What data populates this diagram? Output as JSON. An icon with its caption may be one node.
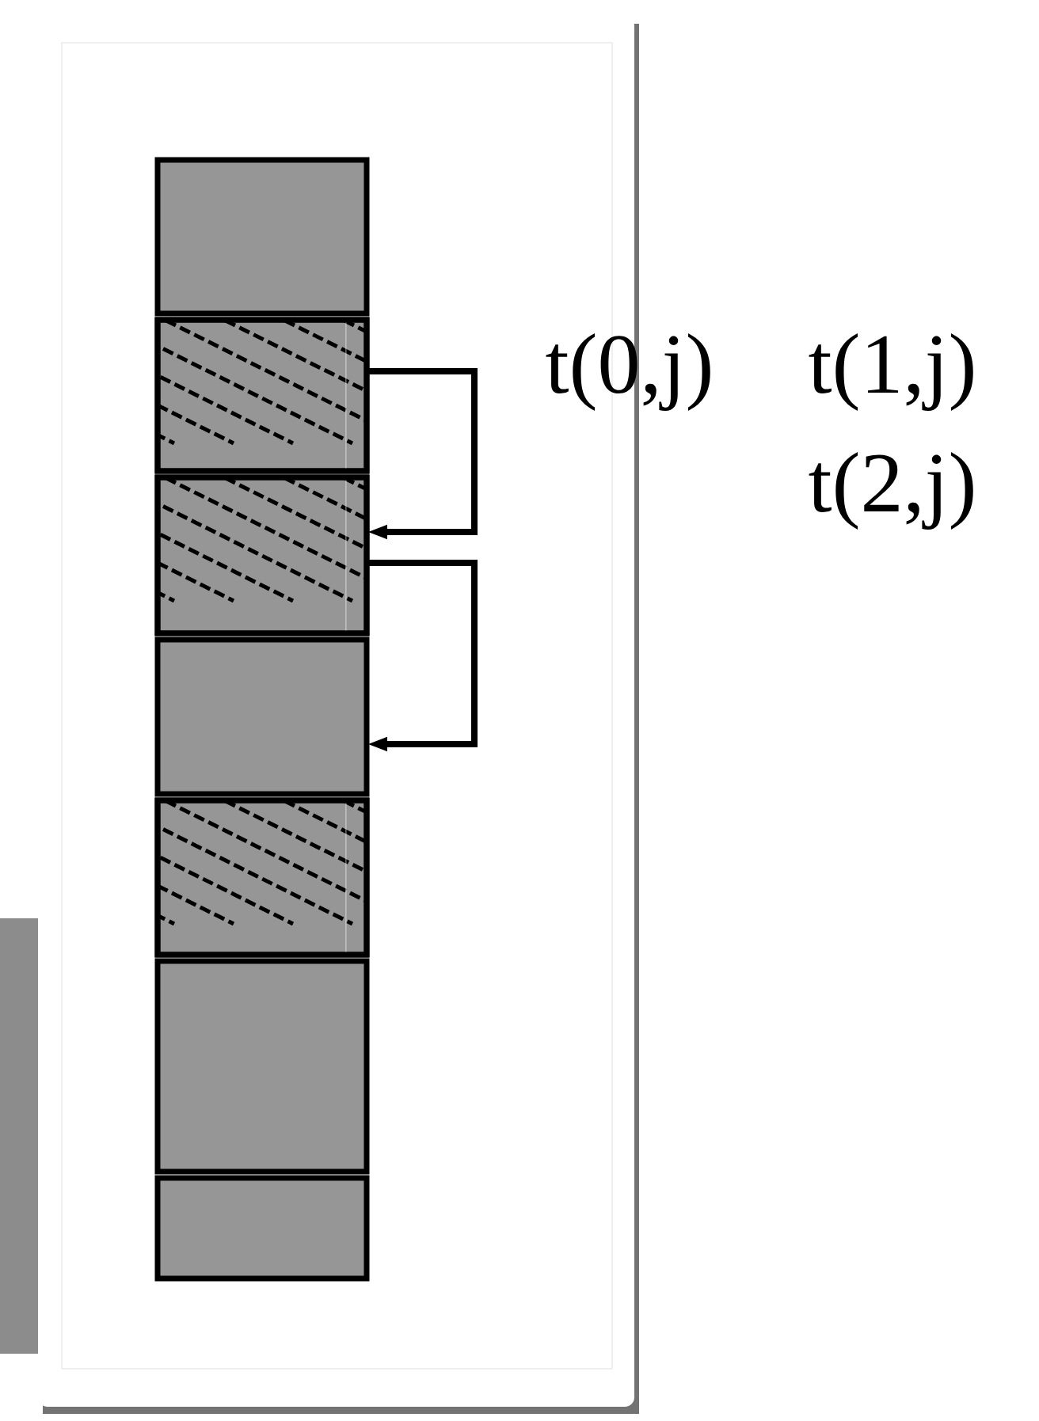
{
  "diagram": {
    "nodes": [
      {
        "text": [],
        "shape": "box"
      },
      {
        "text": [],
        "shape": "box"
      },
      {
        "text": [],
        "shape": "box"
      },
      {
        "text": [],
        "shape": "box"
      },
      {
        "text": [],
        "shape": "box"
      },
      {
        "text": [],
        "shape": "box"
      },
      {
        "text": [],
        "shape": "box"
      }
    ],
    "edges": [
      {
        "from": 1,
        "to": 2,
        "arrow": "to"
      },
      {
        "from": 2,
        "to": 3,
        "arrow": "to"
      }
    ],
    "labels": [
      "t(0,j)",
      "t(1,j)",
      "t(2,j)"
    ]
  }
}
